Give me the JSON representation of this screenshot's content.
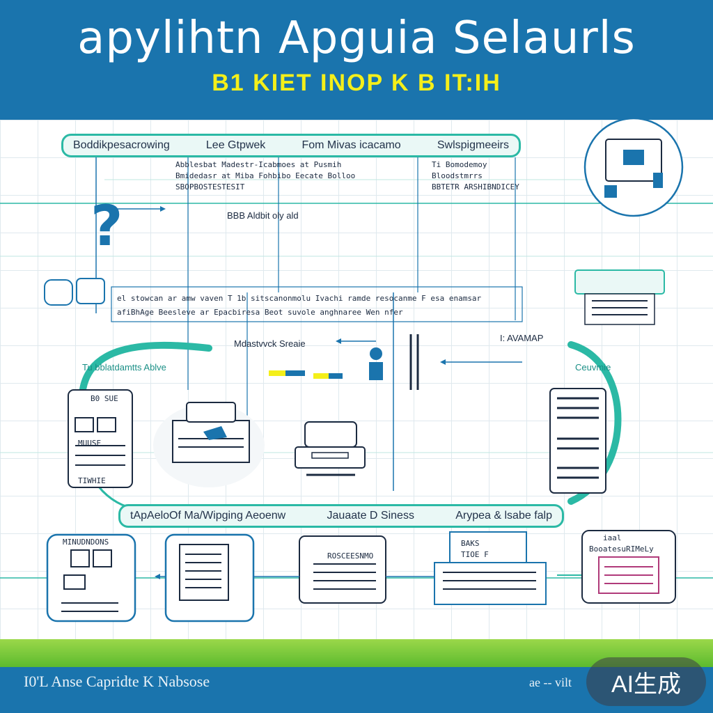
{
  "header": {
    "title": "apylihtn Apguia Selaurls",
    "subtitle": "B1 KIET INOP K B IT:IH"
  },
  "top_banner": {
    "labels": [
      "Boddikpesacrowing",
      "Lee Gtpwek",
      "Fom Mivas icacamo",
      "Swlspigmeeirs"
    ]
  },
  "top_notes": {
    "left_lines": [
      "Abblesbat Madestr-Icabmoes at Pusmih",
      "Bmidedasr at Miba Fohbibo Eecate Bolloo",
      "SBOPBOSTESTESIT"
    ],
    "right_lines": [
      "Ti Bomodemoy",
      "Bloodstmrrs",
      "BBTETR ARSHIBNDICEY"
    ],
    "center_label": "BBB Aldbit oly ald"
  },
  "middle_notes": {
    "line1": "el stowcan ar amw vaven T 1b sitscanonmolu Ivachi ramde resocanme F esa enamsar",
    "line2": "afiBhAge Beesleve ar Epacbiresa Beot suvole anghnaree Wen nfer"
  },
  "flow_labels": {
    "upper_left": "Mdastvvck Sreaie",
    "upper_right": "I: AVAMAP",
    "arc_left": "Tu bblatdamtts Ablve",
    "arc_right": "Ceuvmie",
    "left_device": "B0 SUE",
    "left_device_2": "MUUSE",
    "left_device_3": "TIWHIE"
  },
  "bottom_banner": {
    "labels": [
      "tApAeloOf Ma/Wipging Aeoenw",
      "Jauaate D Siness",
      "Arypea & lsabe falp"
    ]
  },
  "bottom_nodes": {
    "left_title": "MINUDNDONS",
    "doc_title": "ROSCEESNMO",
    "box_label_1": "BAKS",
    "box_label_2": "TIOE F",
    "right_title": "iaal",
    "right_subtitle": "BooatesuRIMeLy"
  },
  "footer": {
    "left": "I0'L Anse  Capridte K Nabsose",
    "right": "ae -- vilt",
    "badge": "AI生成"
  },
  "colors": {
    "header_blue": "#1a74ad",
    "subtitle_yellow": "#f4ef1a",
    "teal": "#2bb9a5",
    "grass": "#5cba2e"
  }
}
